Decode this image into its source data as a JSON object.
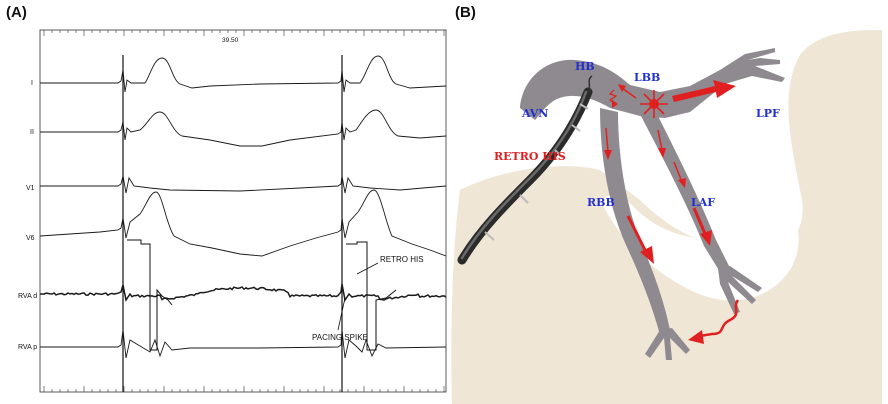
{
  "panel_a": {
    "label": "(A)",
    "time_label": "39.50",
    "leads": [
      "I",
      "II",
      "V1",
      "V6",
      "RVA d",
      "RVA p"
    ],
    "annotations": {
      "retro_his": "RETRO HIS",
      "pacing_spike": "PACING SPIKE"
    }
  },
  "panel_b": {
    "label": "(B)",
    "structures": {
      "hb": "HB",
      "lbb": "LBB",
      "avn": "AVN",
      "lpf": "LPF",
      "rbb": "RBB",
      "laf": "LAF",
      "retro_his": "RETRO HIS"
    }
  },
  "colors": {
    "trace": "#1a1a1a",
    "tissue": "#efe6d6",
    "conduction": "#8f8a8f",
    "arrow": "#e02020",
    "label_blue": "#1f2fd1",
    "label_red": "#e02020"
  }
}
